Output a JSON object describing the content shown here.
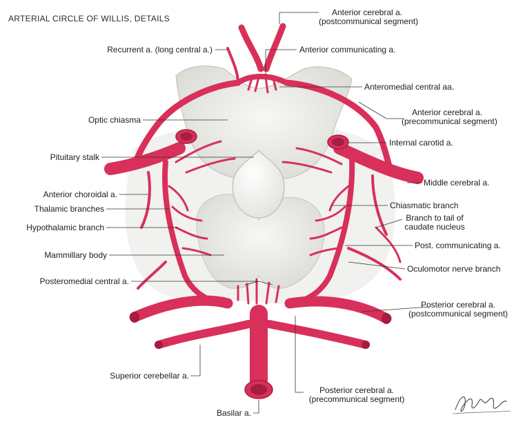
{
  "title": "ARTERIAL CIRCLE OF WILLIS, DETAILS",
  "colors": {
    "artery": "#d8305a",
    "artery_dark": "#a51d40",
    "brain": "#efefec",
    "brain_edge": "#c9c9c4",
    "leader": "#333333"
  },
  "labels": {
    "anterior_cerebral_post": [
      "Anterior cerebral a.",
      "(postcommunical segment)"
    ],
    "recurrent": "Recurrent a. (long central a.)",
    "anterior_communicating": "Anterior communicating a.",
    "anteromedial_central": "Anteromedial central aa.",
    "optic_chiasma": "Optic chiasma",
    "anterior_cerebral_pre": [
      "Anterior cerebral a.",
      "(precommunical segment)"
    ],
    "internal_carotid": "Internal carotid a.",
    "pituitary_stalk": "Pituitary stalk",
    "middle_cerebral": "Middle cerebral a.",
    "anterior_choroidal": "Anterior choroidal a.",
    "thalamic_branches": "Thalamic branches",
    "chiasmatic_branch": "Chiasmatic branch",
    "hypothalamic_branch": "Hypothalamic branch",
    "branch_tail_caudate": [
      "Branch to tail of",
      "caudate nucleus"
    ],
    "post_communicating": "Post. communicating a.",
    "mammillary_body": "Mammillary body",
    "oculomotor_branch": "Oculomotor nerve branch",
    "posteromedial_central": "Posteromedial central a.",
    "posterior_cerebral_post": [
      "Posterior cerebral a.",
      "(postcommunical segment)"
    ],
    "superior_cerebellar": "Superior cerebellar a.",
    "posterior_cerebral_pre": [
      "Posterior cerebral a.",
      "(precommunical segment)"
    ],
    "basilar": "Basilar a."
  }
}
